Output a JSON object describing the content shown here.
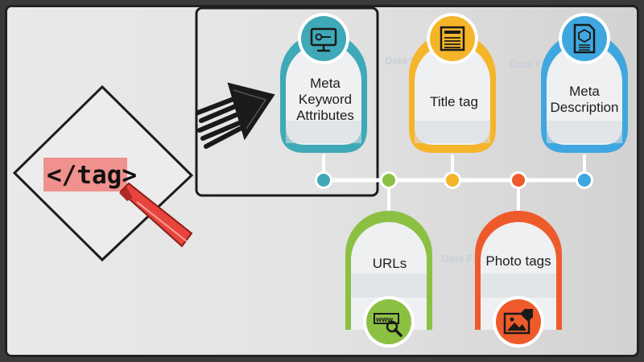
{
  "icon_tag": {
    "text": "</tag>"
  },
  "cards_top": [
    {
      "label": "Meta\nKeyword\nAttributes",
      "color": "#3fa9b7",
      "icon": "monitor-key-icon"
    },
    {
      "label": "Title tag",
      "color": "#f5b52a",
      "icon": "document-lines-icon"
    },
    {
      "label": "Meta\nDescription",
      "color": "#3fa7df",
      "icon": "document-cube-icon"
    }
  ],
  "cards_bottom": [
    {
      "label": "URLs",
      "color": "#8cc043",
      "icon": "www-search-icon"
    },
    {
      "label": "Photo tags",
      "color": "#ef5a2b",
      "icon": "image-tag-icon"
    }
  ],
  "connector_dots": [
    {
      "color": "#3fa9b7"
    },
    {
      "color": "#8cc043"
    },
    {
      "color": "#f5b52a"
    },
    {
      "color": "#ef5a2b"
    },
    {
      "color": "#3fa7df"
    }
  ],
  "watermarks": [
    "Data Flair",
    "Data Flair",
    "Data Flair"
  ],
  "colors": {
    "frame_border": "#222222",
    "marker_red": "#e8443d",
    "tag_highlight": "#f0918d"
  }
}
